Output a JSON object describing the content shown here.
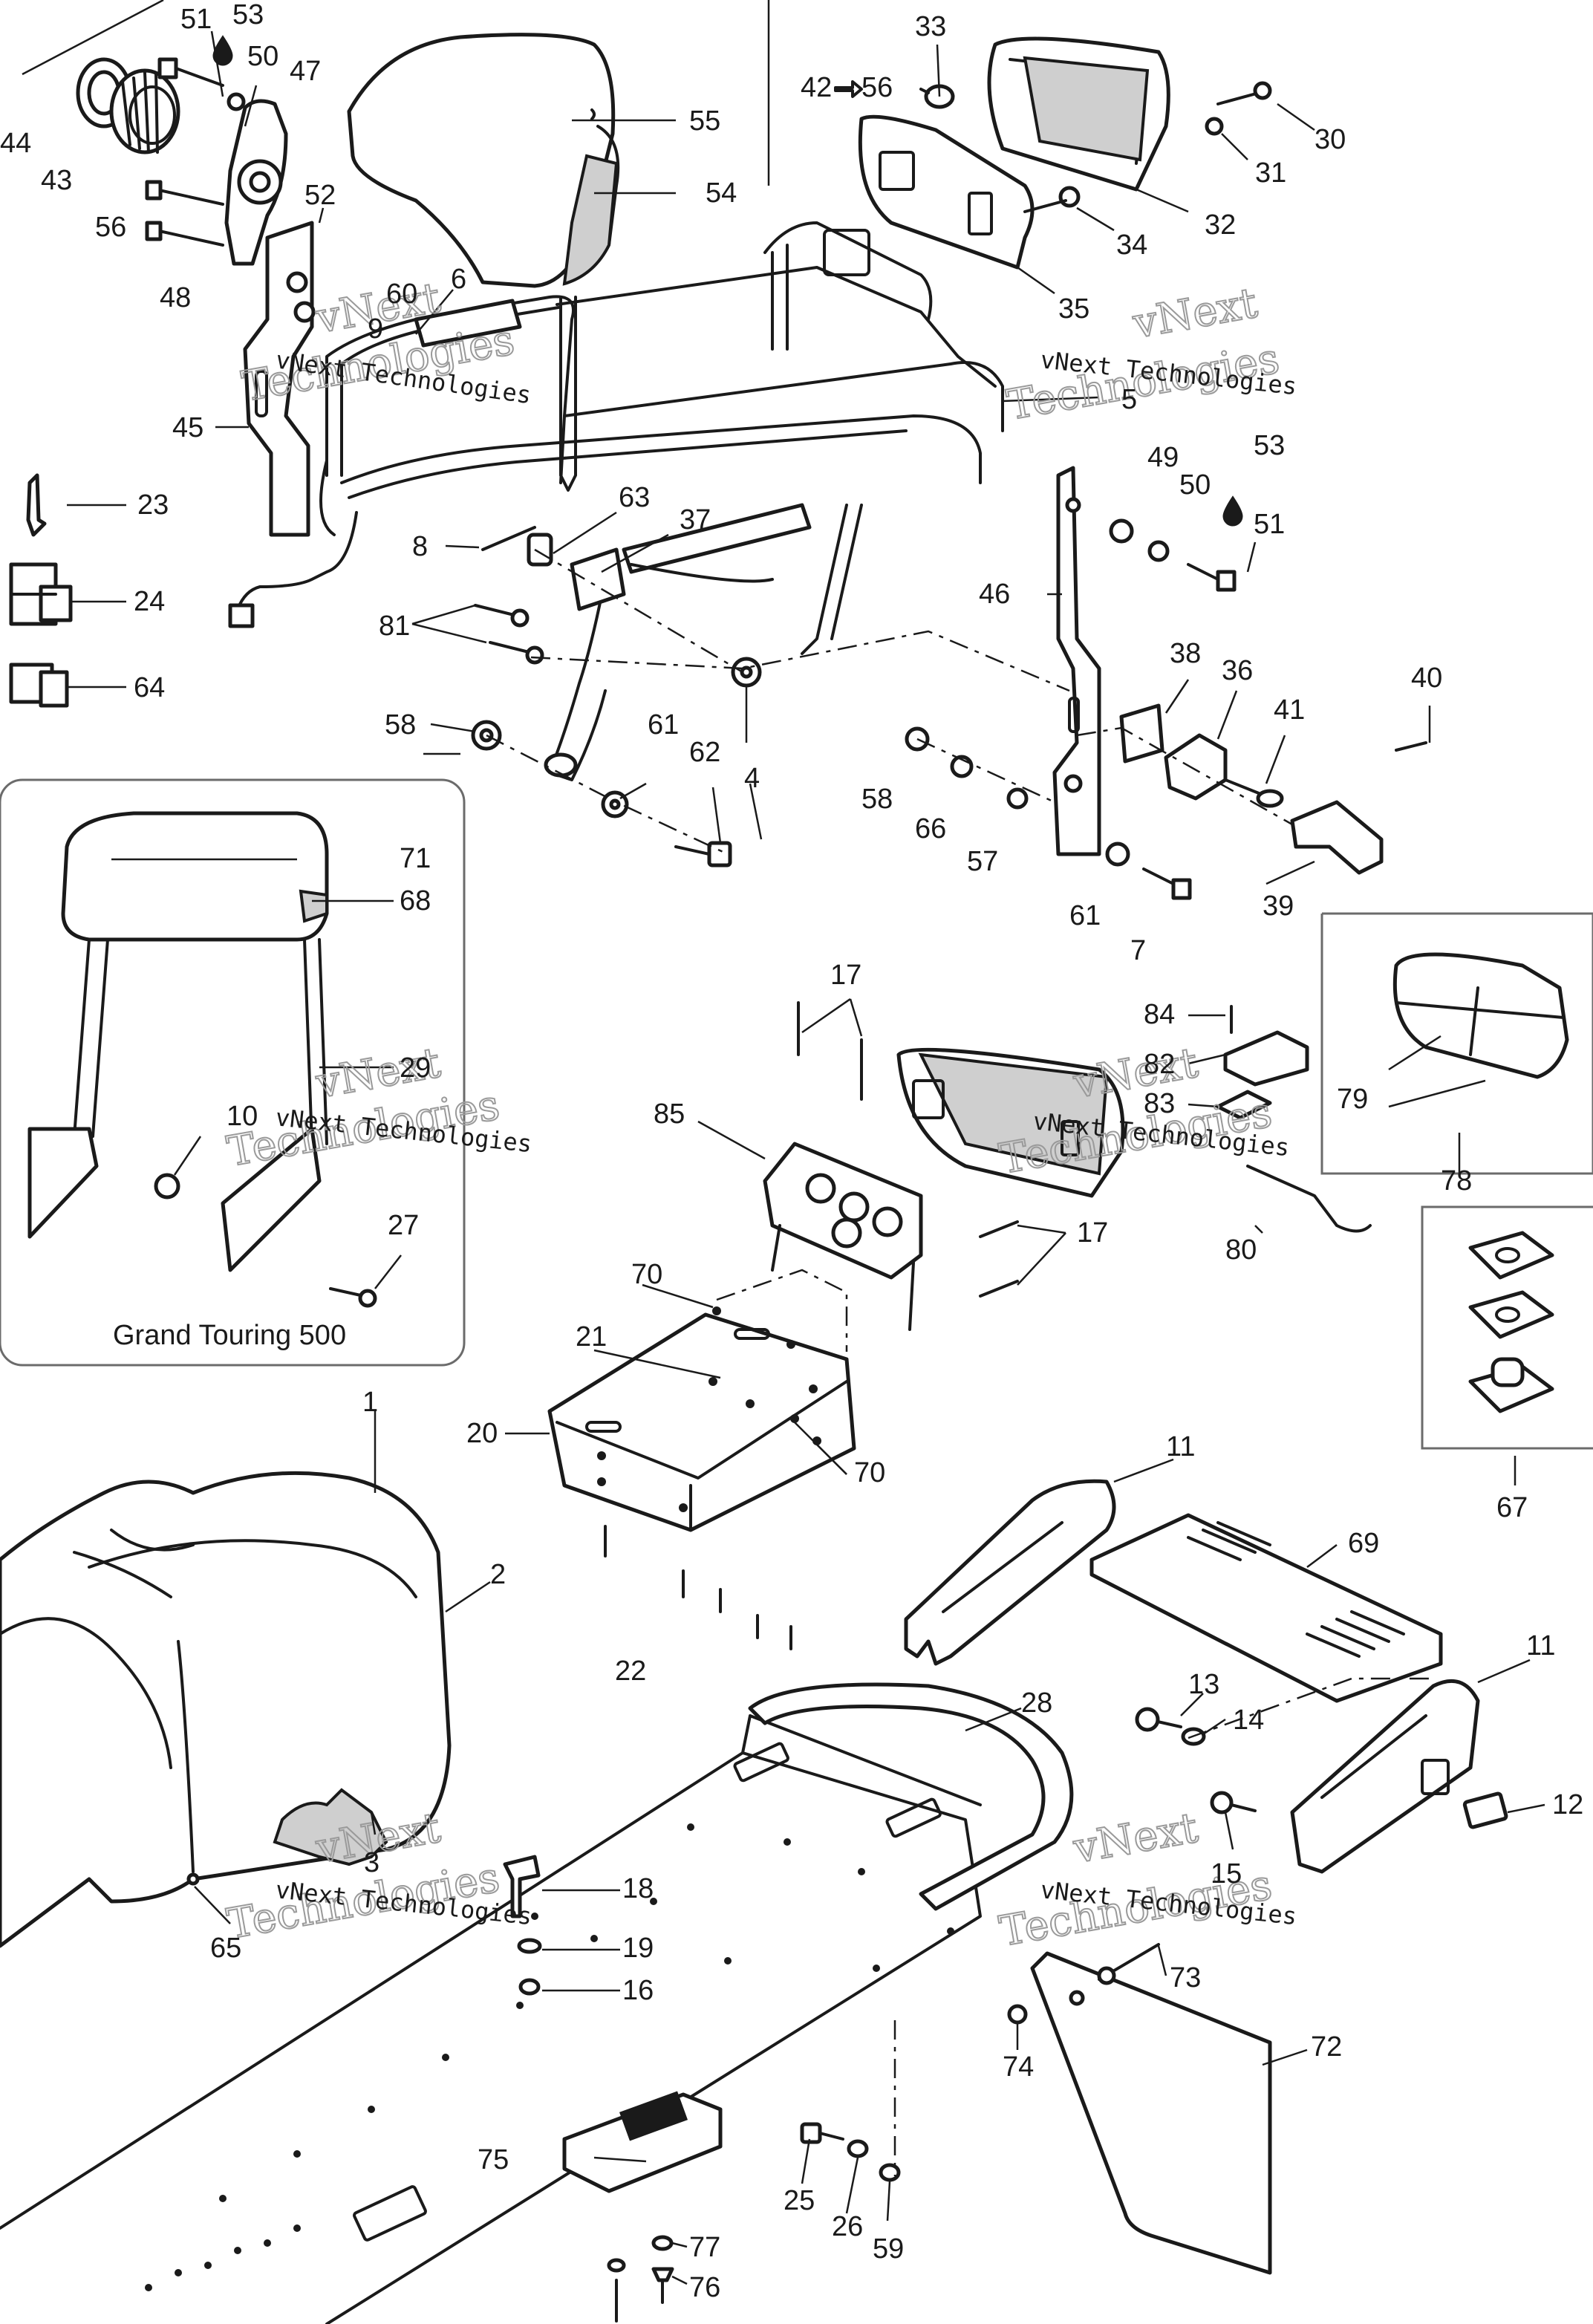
{
  "callouts": {
    "n1": "1",
    "n2": "2",
    "n3": "3",
    "n4": "4",
    "n5": "5",
    "n6": "6",
    "n7": "7",
    "n8": "8",
    "n9": "9",
    "n10": "10",
    "n11a": "11",
    "n11b": "11",
    "n12": "12",
    "n13": "13",
    "n14": "14",
    "n15": "15",
    "n16": "16",
    "n17a": "17",
    "n17b": "17",
    "n18": "18",
    "n19": "19",
    "n20": "20",
    "n21": "21",
    "n22": "22",
    "n23": "23",
    "n24": "24",
    "n25": "25",
    "n26": "26",
    "n27": "27",
    "n28": "28",
    "n29": "29",
    "n30": "30",
    "n31": "31",
    "n32": "32",
    "n33": "33",
    "n34": "34",
    "n35": "35",
    "n36": "36",
    "n37": "37",
    "n38": "38",
    "n39": "39",
    "n40": "40",
    "n41": "41",
    "n42": "42",
    "n43": "43",
    "n44": "44",
    "n45": "45",
    "n46": "46",
    "n47": "47",
    "n48": "48",
    "n49": "49",
    "n50a": "50",
    "n50b": "50",
    "n51a": "51",
    "n51b": "51",
    "n52": "52",
    "n53a": "53",
    "n53b": "53",
    "n54": "54",
    "n55": "55",
    "n56a": "56",
    "n56b": "56",
    "n57": "57",
    "n58a": "58",
    "n58b": "58",
    "n59": "59",
    "n60": "60",
    "n61a": "61",
    "n61b": "61",
    "n62": "62",
    "n63": "63",
    "n64": "64",
    "n65": "65",
    "n66": "66",
    "n67": "67",
    "n68": "68",
    "n69": "69",
    "n70a": "70",
    "n70b": "70",
    "n71": "71",
    "n72": "72",
    "n73": "73",
    "n74": "74",
    "n75": "75",
    "n76": "76",
    "n77": "77",
    "n78": "78",
    "n79": "79",
    "n80": "80",
    "n81": "81",
    "n82": "82",
    "n83": "83",
    "n84": "84",
    "n85": "85"
  },
  "inset": {
    "caption": "Grand Touring 500"
  },
  "watermark": {
    "small": "vNext Technologies",
    "large_top": "vNext",
    "large_bottom": "Technologies"
  }
}
